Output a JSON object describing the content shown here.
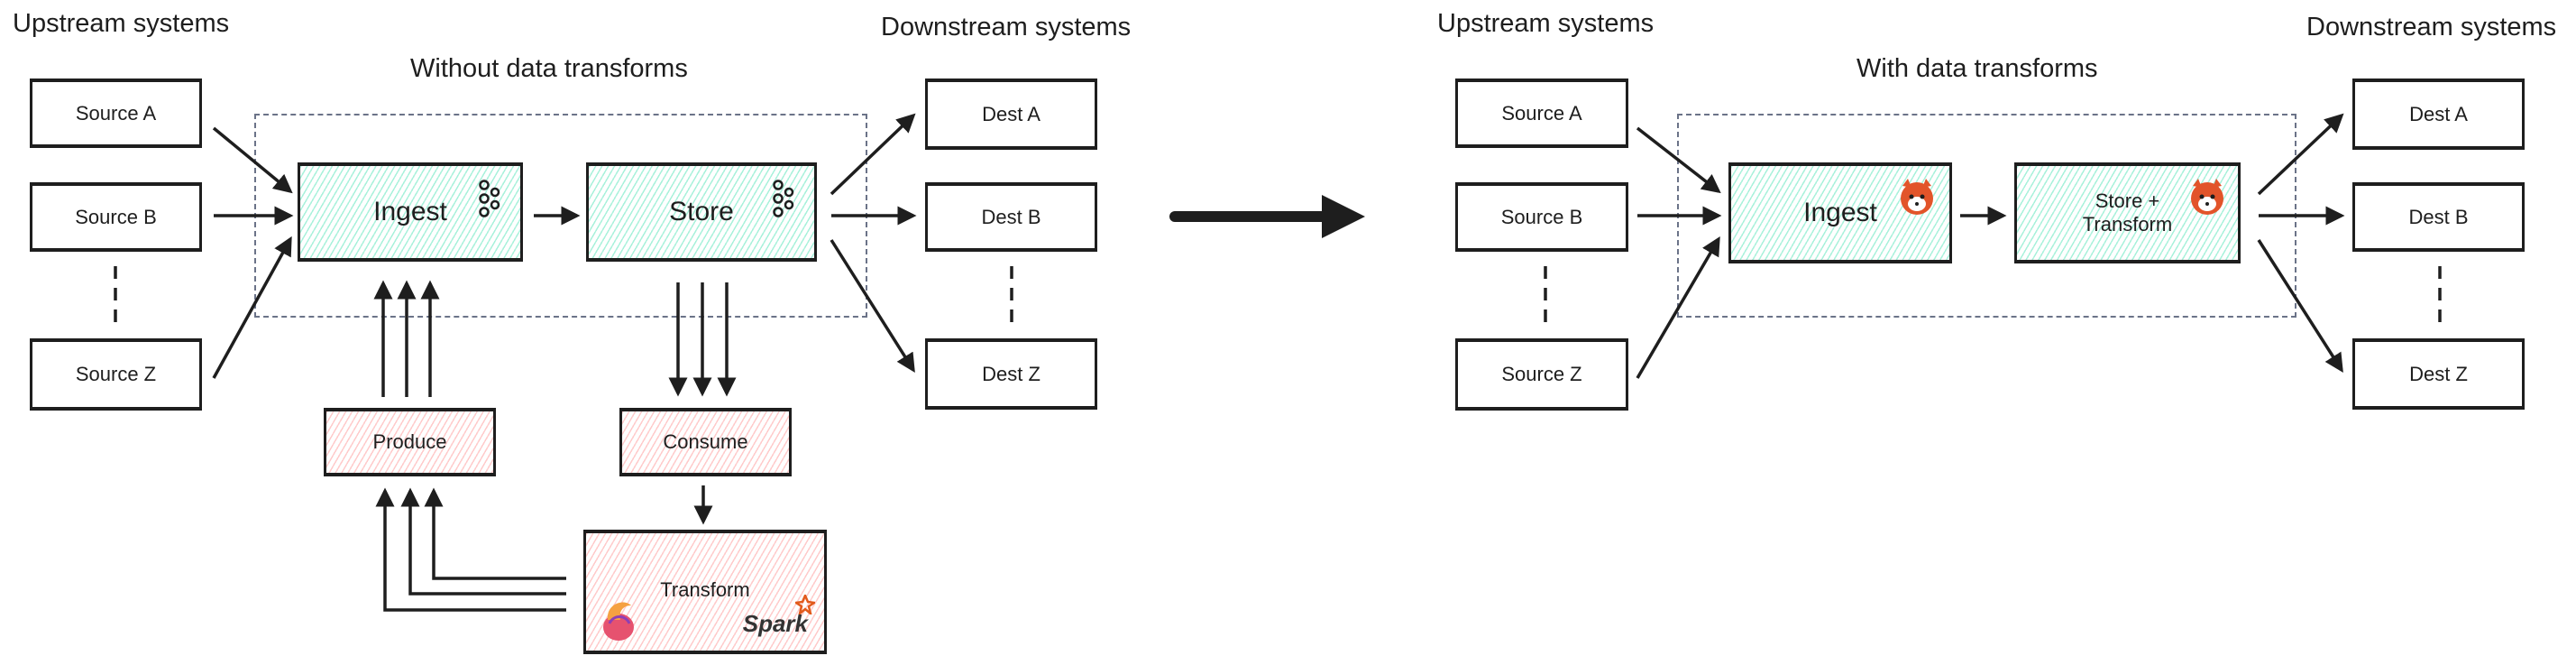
{
  "left": {
    "upstream_label": "Upstream systems",
    "downstream_label": "Downstream systems",
    "title": "Without data transforms",
    "sources": [
      "Source A",
      "Source B",
      "Source Z"
    ],
    "dests": [
      "Dest A",
      "Dest B",
      "Dest Z"
    ],
    "ingest": "Ingest",
    "store": "Store",
    "produce": "Produce",
    "consume": "Consume",
    "transform": "Transform",
    "ingest_icon": "kafka-icon",
    "store_icon": "kafka-icon",
    "transform_icons": [
      "flink-icon",
      "spark-logo"
    ],
    "spark_logo_text": "Spark"
  },
  "right": {
    "upstream_label": "Upstream systems",
    "downstream_label": "Downstream systems",
    "title": "With data transforms",
    "sources": [
      "Source A",
      "Source B",
      "Source Z"
    ],
    "dests": [
      "Dest A",
      "Dest B",
      "Dest Z"
    ],
    "ingest": "Ingest",
    "store_line1": "Store +",
    "store_line2": "Transform",
    "ingest_icon": "redpanda-icon",
    "store_icon": "redpanda-icon"
  },
  "colors": {
    "stream_fill": "#63e6be",
    "processing_fill": "#ffa0a0",
    "stroke": "#1e1e1e",
    "container_dash": "#6b7388"
  }
}
